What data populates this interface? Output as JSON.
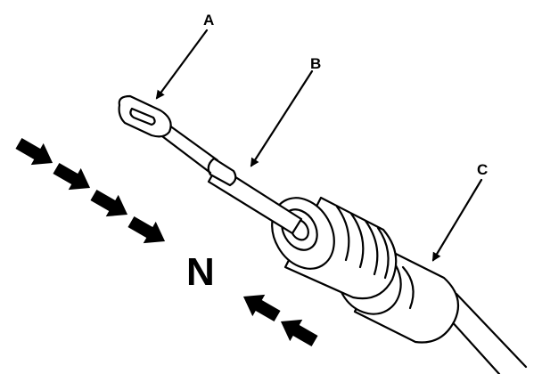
{
  "diagram": {
    "labels": {
      "a": "A",
      "b": "B",
      "c": "C"
    },
    "direction_label": "N",
    "ink_color": "#000000",
    "background_color": "#ffffff",
    "icons": [
      "force-arrow-icon"
    ]
  }
}
